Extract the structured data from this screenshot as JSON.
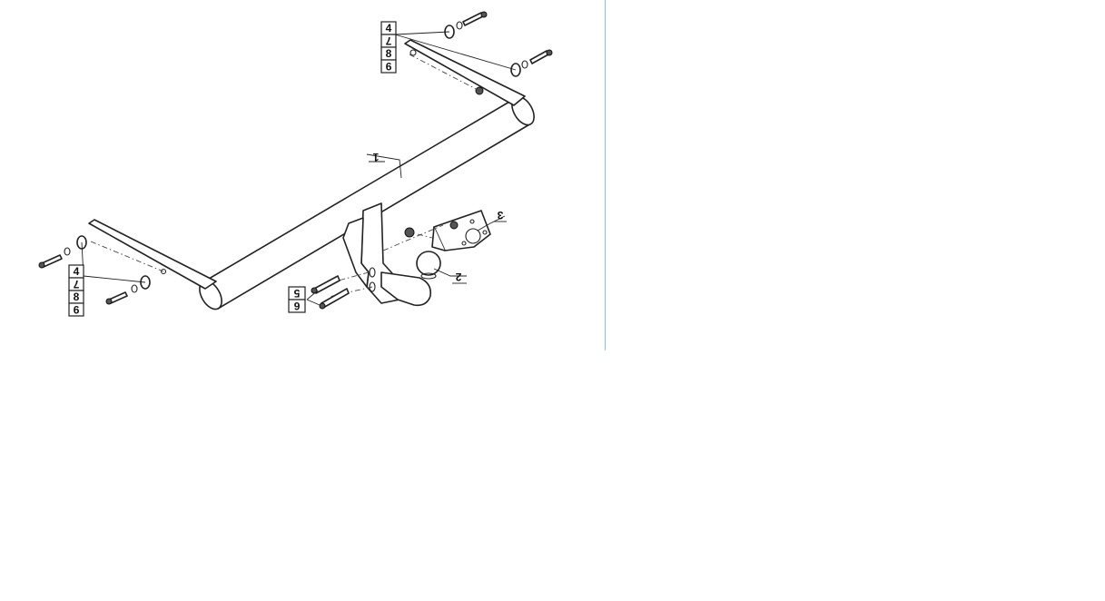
{
  "parts": {
    "crossbar": "1",
    "tow_ball": "2",
    "socket_plate": "3",
    "left_stack": [
      "4",
      "7",
      "8",
      "9"
    ],
    "right_stack": [
      "4",
      "7",
      "8",
      "9"
    ],
    "bolt_stack": [
      "5",
      "6"
    ]
  },
  "colors": {
    "line": "#222222",
    "divider": "#7fc4e0",
    "background": "#ffffff"
  }
}
